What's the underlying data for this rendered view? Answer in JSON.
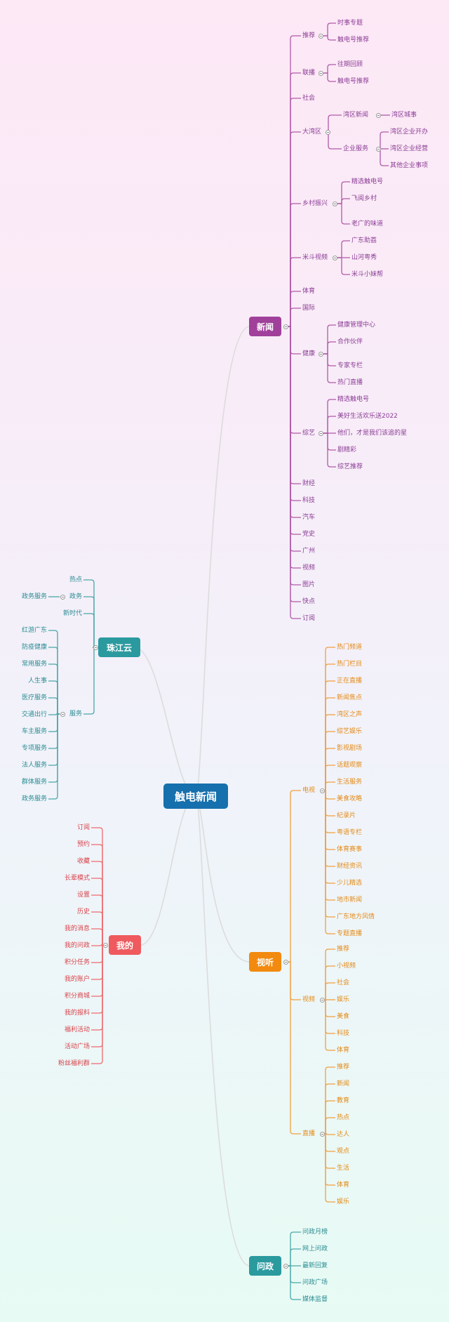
{
  "root": {
    "label": "触电新闻",
    "color": "#1670ad"
  },
  "branches": {
    "news": {
      "label": "新闻",
      "color": "#a0409a",
      "children": [
        {
          "label": "推荐",
          "children": [
            {
              "label": "时事专题"
            },
            {
              "label": "触电号推荐"
            }
          ]
        },
        {
          "label": "联播",
          "children": [
            {
              "label": "往期回顾"
            },
            {
              "label": "触电号推荐"
            }
          ]
        },
        {
          "label": "社会"
        },
        {
          "label": "大湾区",
          "children": [
            {
              "label": "湾区新闻",
              "children": [
                {
                  "label": "湾区城事"
                }
              ]
            },
            {
              "label": "企业服务",
              "children": [
                {
                  "label": "湾区企业开办"
                },
                {
                  "label": "湾区企业经营"
                },
                {
                  "label": "其他企业事项"
                }
              ]
            }
          ]
        },
        {
          "label": "乡村振兴",
          "children": [
            {
              "label": "精选触电号"
            },
            {
              "label": "飞阅乡村"
            },
            {
              "label": "老广的味道"
            }
          ]
        },
        {
          "label": "米斗视频",
          "children": [
            {
              "label": "广东助荔"
            },
            {
              "label": "山河粤秀"
            },
            {
              "label": "米斗小妹帮"
            }
          ]
        },
        {
          "label": "体育"
        },
        {
          "label": "国际"
        },
        {
          "label": "健康",
          "children": [
            {
              "label": "健康管理中心"
            },
            {
              "label": "合作伙伴"
            },
            {
              "label": "专家专栏"
            },
            {
              "label": "热门直播"
            }
          ]
        },
        {
          "label": "综艺",
          "children": [
            {
              "label": "精选触电号"
            },
            {
              "label": "美好生活欢乐送2022"
            },
            {
              "label": "他们，才是我们该追的星"
            },
            {
              "label": "剧精彩"
            },
            {
              "label": "综艺推荐"
            }
          ]
        },
        {
          "label": "财经"
        },
        {
          "label": "科技"
        },
        {
          "label": "汽车"
        },
        {
          "label": "党史"
        },
        {
          "label": "广州"
        },
        {
          "label": "视频"
        },
        {
          "label": "图片"
        },
        {
          "label": "快点"
        },
        {
          "label": "订阅"
        }
      ]
    },
    "media": {
      "label": "视听",
      "color": "#f28a0f",
      "children": [
        {
          "label": "电视",
          "children": [
            {
              "label": "热门频道"
            },
            {
              "label": "热门栏目"
            },
            {
              "label": "正在直播"
            },
            {
              "label": "新闻焦点"
            },
            {
              "label": "湾区之声"
            },
            {
              "label": "综艺娱乐"
            },
            {
              "label": "影视剧场"
            },
            {
              "label": "话题观察"
            },
            {
              "label": "生活服务"
            },
            {
              "label": "美食攻略"
            },
            {
              "label": "纪录片"
            },
            {
              "label": "粤语专栏"
            },
            {
              "label": "体育赛事"
            },
            {
              "label": "财经资讯"
            },
            {
              "label": "少儿精选"
            },
            {
              "label": "地市新闻"
            },
            {
              "label": "广东地方风情"
            },
            {
              "label": "专题直播"
            }
          ]
        },
        {
          "label": "视频",
          "children": [
            {
              "label": "推荐"
            },
            {
              "label": "小视频"
            },
            {
              "label": "社会"
            },
            {
              "label": "娱乐"
            },
            {
              "label": "美食"
            },
            {
              "label": "科技"
            },
            {
              "label": "体育"
            }
          ]
        },
        {
          "label": "直播",
          "children": [
            {
              "label": "推荐"
            },
            {
              "label": "新闻"
            },
            {
              "label": "教育"
            },
            {
              "label": "热点"
            },
            {
              "label": "达人"
            },
            {
              "label": "观点"
            },
            {
              "label": "生活"
            },
            {
              "label": "体育"
            },
            {
              "label": "娱乐"
            }
          ]
        }
      ]
    },
    "gov": {
      "label": "问政",
      "color": "#2a9a9f",
      "children": [
        {
          "label": "问政月榜"
        },
        {
          "label": "网上问政"
        },
        {
          "label": "最新回复"
        },
        {
          "label": "问政广场"
        },
        {
          "label": "媒体监督"
        }
      ]
    },
    "pearl": {
      "label": "珠江云",
      "color": "#2a9a9f",
      "children": [
        {
          "label": "热点"
        },
        {
          "label": "政务",
          "children": [
            {
              "label": "政务服务"
            }
          ]
        },
        {
          "label": "新时代"
        },
        {
          "label": "服务",
          "children": [
            {
              "label": "红游广东"
            },
            {
              "label": "防疫健康"
            },
            {
              "label": "常用服务"
            },
            {
              "label": "人生事"
            },
            {
              "label": "医疗服务"
            },
            {
              "label": "交通出行"
            },
            {
              "label": "车主服务"
            },
            {
              "label": "专项服务"
            },
            {
              "label": "法人服务"
            },
            {
              "label": "群体服务"
            },
            {
              "label": "政务服务"
            }
          ]
        }
      ]
    },
    "mine": {
      "label": "我的",
      "color": "#ee5a5e",
      "children": [
        {
          "label": "订阅"
        },
        {
          "label": "预约"
        },
        {
          "label": "收藏"
        },
        {
          "label": "长辈模式"
        },
        {
          "label": "设置"
        },
        {
          "label": "历史"
        },
        {
          "label": "我的消息"
        },
        {
          "label": "我的问政"
        },
        {
          "label": "积分任务"
        },
        {
          "label": "我的账户"
        },
        {
          "label": "积分商城"
        },
        {
          "label": "我的报料"
        },
        {
          "label": "福利活动"
        },
        {
          "label": "活动广场"
        },
        {
          "label": "粉丝福利群"
        }
      ]
    }
  },
  "colors": {
    "news_text": "#8b3d96",
    "news_line": "#b15aa8",
    "media_text": "#e48a16",
    "media_line": "#f0a040",
    "gov_text": "#2b8c93",
    "gov_line": "#4aa7a8",
    "pearl_text": "#2b8c93",
    "pearl_line": "#4aa7a8",
    "mine_text": "#d9434a",
    "mine_line": "#ee6a6e",
    "trunk_line": "#dcdcdc"
  }
}
